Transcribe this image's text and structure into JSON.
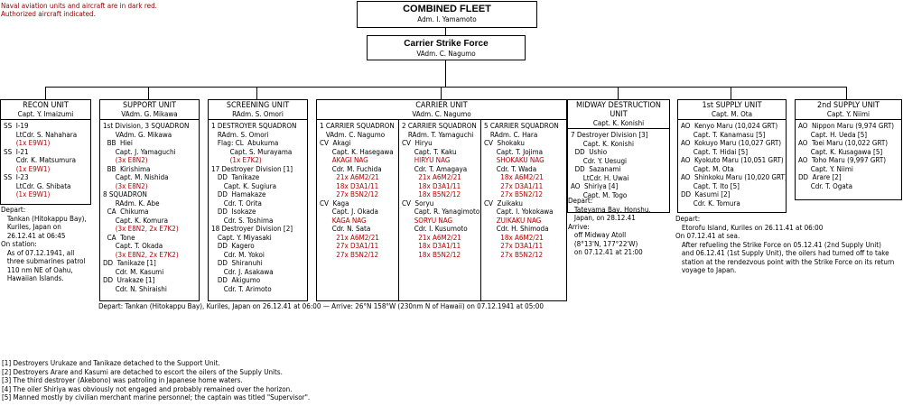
{
  "legend": {
    "line1": "Naval aviation units and aircraft are in dark red.",
    "line2": "Authorized aircraft indicated."
  },
  "combined_fleet": {
    "title": "COMBINED FLEET",
    "commander": "Adm. I. Yamamoto"
  },
  "strike_force": {
    "title": "Carrier Strike Force",
    "commander": "VAdm. C. Nagumo"
  },
  "units": {
    "recon": {
      "name": "RECON UNIT",
      "commander": "Capt. Y. Imaizumi",
      "lines": [
        {
          "t": "SS  I-19"
        },
        {
          "t": "      LtCdr. S. Nahahara"
        },
        {
          "t": "      (1x E9W1)",
          "red": true
        },
        {
          "t": "SS  I-21"
        },
        {
          "t": "      Cdr. K. Matsumura"
        },
        {
          "t": "      (1x E9W1)",
          "red": true
        },
        {
          "t": "SS  I-23"
        },
        {
          "t": "      LtCdr. G. Shibata"
        },
        {
          "t": "      (1x E9W1)",
          "red": true
        }
      ],
      "depart": [
        "Depart:",
        "   Tankan (Hitokappu Bay),",
        "   Kuriles, Japan on",
        "   26.12.41 at 06:45",
        "On station:",
        "   As of 07.12.1941, all",
        "   three submarines patrol",
        "   110 nm NE of Oahu,",
        "   Hawaiian Islands."
      ]
    },
    "support": {
      "name": "SUPPORT UNIT",
      "commander": "VAdm. G. Mikawa",
      "lines": [
        {
          "t": "1st Division, 3 SQUADRON"
        },
        {
          "t": "      VAdm. G. Mikawa"
        },
        {
          "t": "  BB  Hiei"
        },
        {
          "t": "      Capt. J. Yamaguchi"
        },
        {
          "t": "      (3x E8N2)",
          "red": true
        },
        {
          "t": "  BB  Kirishima"
        },
        {
          "t": "      Capt. M. Nishida"
        },
        {
          "t": "      (3x E8N2)",
          "red": true
        },
        {
          "t": "8 SQUADRON"
        },
        {
          "t": "      RAdm. K. Abe"
        },
        {
          "t": "  CA  Chikuma"
        },
        {
          "t": "      Capt. K. Komura"
        },
        {
          "t": "      (3x E8N2, 2x E7K2)",
          "red": true
        },
        {
          "t": "  CA  Tone"
        },
        {
          "t": "      Capt. T. Okada"
        },
        {
          "t": "      (3x E8N2, 2x E7K2)",
          "red": true
        },
        {
          "t": "DD  Tanikaze [1]"
        },
        {
          "t": "      Cdr. M. Kasumi"
        },
        {
          "t": "DD  Urakaze [1]"
        },
        {
          "t": "      Cdr. N. Shiraishi"
        }
      ]
    },
    "screening": {
      "name": "SCREENING UNIT",
      "commander": "RAdm. S. Omori",
      "lines": [
        {
          "t": "1 DESTROYER SQUADRON"
        },
        {
          "t": "   RAdm. S. Omori"
        },
        {
          "t": "   Flag: CL  Abukuma"
        },
        {
          "t": "         Capt. S. Murayama"
        },
        {
          "t": "         (1x E7K2)",
          "red": true
        },
        {
          "t": "17 Destroyer Division [1]"
        },
        {
          "t": "   DD  Tanikaze"
        },
        {
          "t": "      Capt. K. Sugiura"
        },
        {
          "t": "   DD  Hamakaze"
        },
        {
          "t": "      Cdr. T. Orita"
        },
        {
          "t": "   DD  Isokaze"
        },
        {
          "t": "      Cdr. S. Toshima"
        },
        {
          "t": "18 Destroyer Division [2]"
        },
        {
          "t": "   Capt. Y. Miyasaki"
        },
        {
          "t": "   DD  Kagero"
        },
        {
          "t": "      Cdr. M. Yokoi"
        },
        {
          "t": "   DD  Shiranuhi"
        },
        {
          "t": "      Cdr. J. Asakawa"
        },
        {
          "t": "   DD  Akigumo"
        },
        {
          "t": "      Cdr. T. Arimoto"
        }
      ]
    },
    "carrier": {
      "name": "CARRIER UNIT",
      "commander": "VAdm. C. Nagumo",
      "sq1": [
        {
          "t": "1 CARRIER SQUADRON"
        },
        {
          "t": "   VAdm. C. Nagumo"
        },
        {
          "t": "CV  Akagi"
        },
        {
          "t": "      Capt. K. Hasegawa"
        },
        {
          "t": "      AKAGI NAG",
          "red": true
        },
        {
          "t": "      Cdr. M. Fuchida"
        },
        {
          "t": "        21x A6M2/21",
          "red": true
        },
        {
          "t": "        18x D3A1/11",
          "red": true
        },
        {
          "t": "        27x B5N2/12",
          "red": true
        },
        {
          "t": "CV  Kaga"
        },
        {
          "t": "      Capt. J. Okada"
        },
        {
          "t": "      KAGA NAG",
          "red": true
        },
        {
          "t": "      Cdr. N. Sata"
        },
        {
          "t": "        21x A6M2/21",
          "red": true
        },
        {
          "t": "        27x D3A1/11",
          "red": true
        },
        {
          "t": "        27x B5N2/12",
          "red": true
        }
      ],
      "sq2": [
        {
          "t": "2 CARRIER SQUADRON"
        },
        {
          "t": "   RAdm. T. Yamaguchi"
        },
        {
          "t": "CV  Hiryu"
        },
        {
          "t": "      Capt. T. Kaku"
        },
        {
          "t": "      HIRYU NAG",
          "red": true
        },
        {
          "t": "      Cdr. T. Amagaya"
        },
        {
          "t": "        21x A6M2/21",
          "red": true
        },
        {
          "t": "        18x D3A1/11",
          "red": true
        },
        {
          "t": "        18x B5N2/12",
          "red": true
        },
        {
          "t": "CV  Soryu"
        },
        {
          "t": "      Capt. R. Yanagimoto"
        },
        {
          "t": "      SORYU NAG",
          "red": true
        },
        {
          "t": "      Cdr. I. Kusumoto"
        },
        {
          "t": "        21x A6M2/21",
          "red": true
        },
        {
          "t": "        18x D3A1/11",
          "red": true
        },
        {
          "t": "        18x B5N2/12",
          "red": true
        }
      ],
      "sq5": [
        {
          "t": "5 CARRIER SQUADRON"
        },
        {
          "t": "   RAdm. C. Hara"
        },
        {
          "t": "CV  Shokaku"
        },
        {
          "t": "      Capt. T. Jojima"
        },
        {
          "t": "      SHOKAKU NAG",
          "red": true
        },
        {
          "t": "      Cdr. T. Wada"
        },
        {
          "t": "        18x A6M2/21",
          "red": true
        },
        {
          "t": "        27x D3A1/11",
          "red": true
        },
        {
          "t": "        27x B5N2/12",
          "red": true
        },
        {
          "t": "CV  Zuikaku"
        },
        {
          "t": "      Capt. I. Yokokawa"
        },
        {
          "t": "      ZUIKAKU NAG",
          "red": true
        },
        {
          "t": "      Cdr. H. Shimoda"
        },
        {
          "t": "        18x A6M2/21",
          "red": true
        },
        {
          "t": "        27x D3A1/11",
          "red": true
        },
        {
          "t": "        27x B5N2/12",
          "red": true
        }
      ]
    },
    "midway": {
      "name": "MIDWAY DESTRUCTION UNIT",
      "commander": "Capt. K. Konishi",
      "lines": [
        {
          "t": "7 Destroyer Division [3]"
        },
        {
          "t": "      Capt. K. Konishi"
        },
        {
          "t": "  DD  Ushio"
        },
        {
          "t": "      Cdr. Y. Uesugi"
        },
        {
          "t": "  DD  Sazanami"
        },
        {
          "t": "      LtCdr. H. Uwai"
        },
        {
          "t": "AO  Shiriya [4]"
        },
        {
          "t": "      Capt. M. Togo"
        }
      ],
      "depart": [
        "Depart:",
        "   Tateyama Bay, Honshu,",
        "   Japan, on 28.12.41",
        "Arrive:",
        "   off Midway Atoll",
        "   (8°13'N, 177°22'W)",
        "   on 07.12.41 at 21:00"
      ]
    },
    "supply1": {
      "name": "1st SUPPLY UNIT",
      "commander": "Capt. M. Ota",
      "lines": [
        {
          "t": "AO  Kenyo Maru (10,024 GRT)"
        },
        {
          "t": "      Capt. T. Kanamasu [5]"
        },
        {
          "t": "AO  Kokuyo Maru (10,027 GRT)"
        },
        {
          "t": "      Capt. T. Hidai [5]"
        },
        {
          "t": "AO  Kyokuto Maru (10,051 GRT)"
        },
        {
          "t": "      Capt. M. Ota"
        },
        {
          "t": "AO  Shinkoku Maru (10,020 GRT)"
        },
        {
          "t": "      Capt. T. Ito [5]"
        },
        {
          "t": "DD  Kasumi [2]"
        },
        {
          "t": "      Cdr. K. Tomura"
        }
      ]
    },
    "supply2": {
      "name": "2nd SUPPLY UNIT",
      "commander": "Capt. Y. Niimi",
      "lines": [
        {
          "t": "AO  Nippon Maru (9,974 GRT)"
        },
        {
          "t": "      Capt. H. Ueda [5]"
        },
        {
          "t": "AO  Toei Maru (10,022 GRT)"
        },
        {
          "t": "      Capt. K. Kusagawa [5]"
        },
        {
          "t": "AO  Toho Maru (9,997 GRT)"
        },
        {
          "t": "      Capt. Y. Niimi"
        },
        {
          "t": "DD  Arare [2]"
        },
        {
          "t": "      Cdr. T. Ogata"
        }
      ]
    }
  },
  "supply_note": [
    "Depart:",
    "   Etorofu Island, Kuriles on 26.11.41 at 06:00",
    "On 07.12.41 at sea.",
    "   After refueling the Strike Force on 05.12.41 (2nd Supply Unit)",
    "   and 06.12.41 (1st Supply Unit), the oilers had turned off to take",
    "   station at the rendezvous point with the Strike Force on its return",
    "   voyage to Japan."
  ],
  "route_line": "Depart: Tankan (Hitokappu Bay), Kuriles, Japan on 26.12.41 at 06:00 — Arrive: 26°N 158°W (230nm N of Hawaii) on 07.12.1941 at 05:00",
  "footnotes": [
    "[1] Destroyers Urukaze and Tanikaze detached to the Support Unit.",
    "[2] Destroyers Arare and Kasumi are detached to escort the oilers of the Supply Units.",
    "[3] The third destroyer (Akebono) was patroling in Japanese home waters.",
    "[4] The oiler Shiriya was obviously not engaged and probably remained over the horizon.",
    "[5] Manned mostly by civilian merchant marine personnel; the captain was titled \"Supervisor\"."
  ]
}
